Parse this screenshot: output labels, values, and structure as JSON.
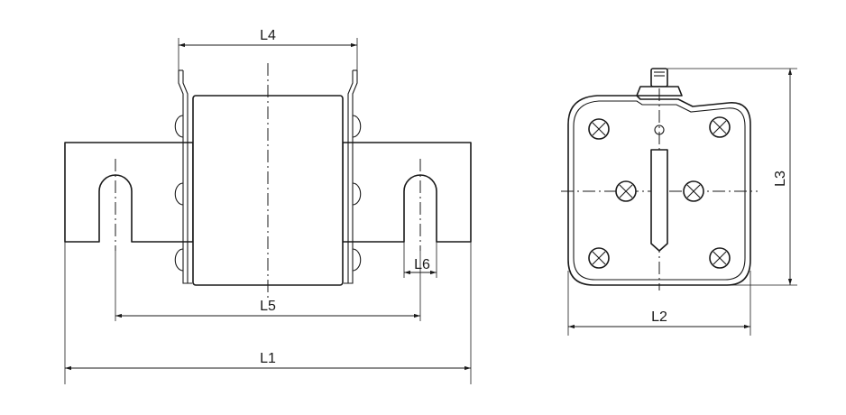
{
  "labels": {
    "l1": "L1",
    "l2": "L2",
    "l3": "L3",
    "l4": "L4",
    "l5": "L5",
    "l6": "L6"
  },
  "colors": {
    "line": "#1a1a1a",
    "background": "#ffffff"
  }
}
